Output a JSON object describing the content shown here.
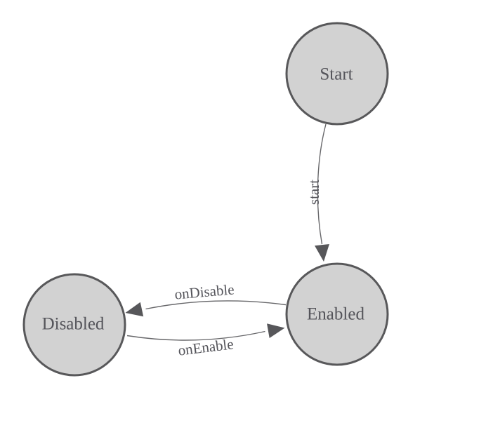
{
  "diagram": {
    "type": "state-machine",
    "nodes": [
      {
        "id": "start",
        "label": "Start"
      },
      {
        "id": "enabled",
        "label": "Enabled"
      },
      {
        "id": "disabled",
        "label": "Disabled"
      }
    ],
    "edges": [
      {
        "from": "Start",
        "to": "Enabled",
        "label": "start"
      },
      {
        "from": "Enabled",
        "to": "Disabled",
        "label": "onDisable"
      },
      {
        "from": "Disabled",
        "to": "Enabled",
        "label": "onEnable"
      }
    ],
    "colors": {
      "background": "#ffffff",
      "node_fill": "#d2d2d2",
      "node_stroke": "#58585a",
      "edge_stroke": "#67676a",
      "arrow_fill": "#57575a",
      "label_text": "#54545a"
    }
  }
}
